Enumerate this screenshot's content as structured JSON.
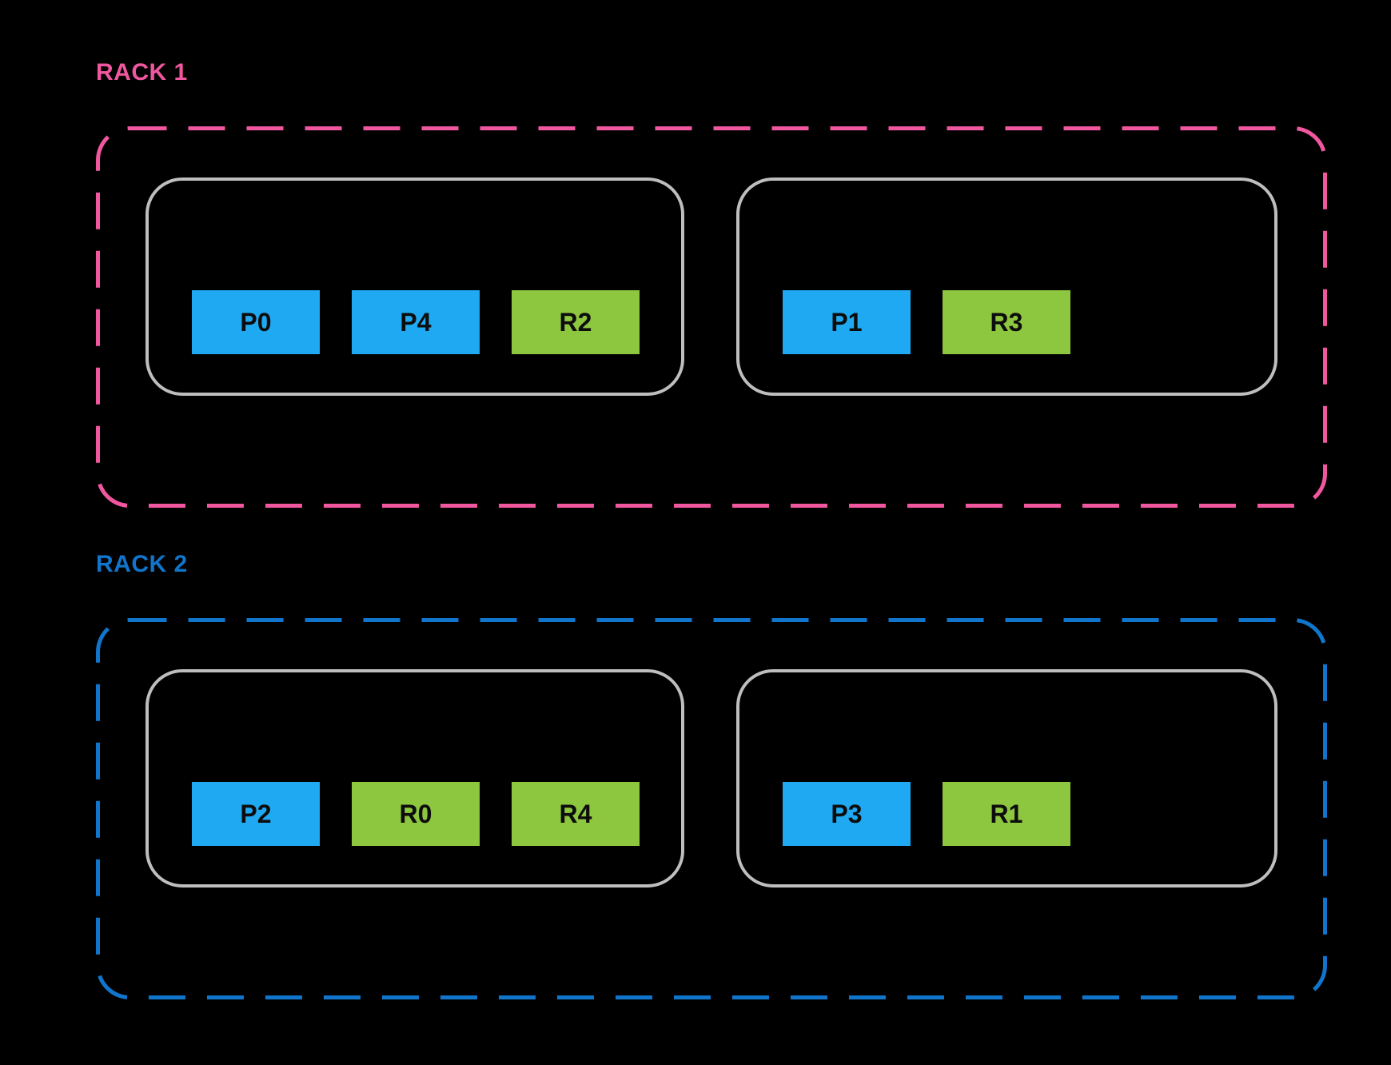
{
  "colors": {
    "background": "#000000",
    "rack1_accent": "#F0579F",
    "rack2_accent": "#1075CB",
    "primary_shard_fill": "#1FA9F2",
    "replica_shard_fill": "#8DC63F",
    "node_border": "#BEBEBE",
    "slot_text": "#0D0D0D"
  },
  "racks": [
    {
      "label": "RACK 1",
      "accent": "#F0579F",
      "nodes": [
        {
          "slots": [
            {
              "label": "P0",
              "type": "primary"
            },
            {
              "label": "P4",
              "type": "primary"
            },
            {
              "label": "R2",
              "type": "replica"
            }
          ]
        },
        {
          "slots": [
            {
              "label": "P1",
              "type": "primary"
            },
            {
              "label": "R3",
              "type": "replica"
            }
          ]
        }
      ]
    },
    {
      "label": "RACK 2",
      "accent": "#1075CB",
      "nodes": [
        {
          "slots": [
            {
              "label": "P2",
              "type": "primary"
            },
            {
              "label": "R0",
              "type": "replica"
            },
            {
              "label": "R4",
              "type": "replica"
            }
          ]
        },
        {
          "slots": [
            {
              "label": "P3",
              "type": "primary"
            },
            {
              "label": "R1",
              "type": "replica"
            }
          ]
        }
      ]
    }
  ]
}
